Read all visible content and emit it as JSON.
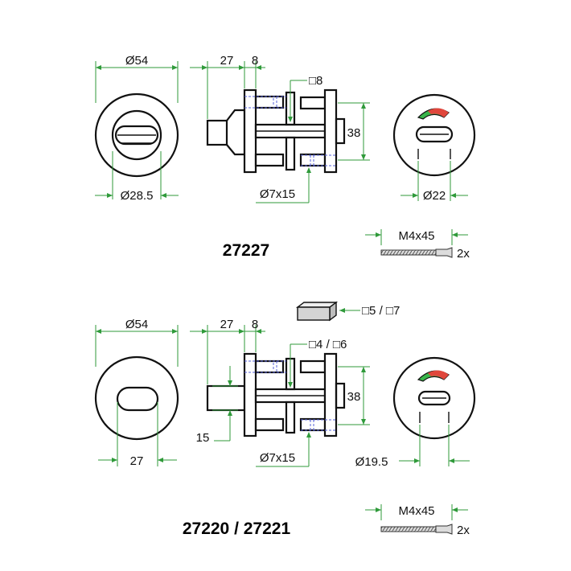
{
  "colors": {
    "line": "#111111",
    "dimension": "#2f9a3a",
    "hidden": "#5560d8",
    "indicator_red": "#e0463c",
    "indicator_green": "#39b54a"
  },
  "set1": {
    "title": "27227",
    "rosette_diameter": "Ø54",
    "inner_diameter": "Ø28.5",
    "offset": "27",
    "thickness": "8",
    "spindle_square": "□8",
    "spindle": "Ø7x15",
    "screw_distance": "38",
    "indicator_diameter": "Ø22",
    "screw_size": "M4x45",
    "screw_qty": "2x"
  },
  "set2": {
    "title": "27220 / 27221",
    "rosette_diameter": "Ø54",
    "slot_width": "27",
    "offset": "27",
    "thickness": "8",
    "adapter_square": "□5 / □7",
    "spindle_square": "□4 / □6",
    "knob_height": "15",
    "spindle": "Ø7x15",
    "screw_distance": "38",
    "indicator_diameter": "Ø19.5",
    "screw_size": "M4x45",
    "screw_qty": "2x"
  }
}
